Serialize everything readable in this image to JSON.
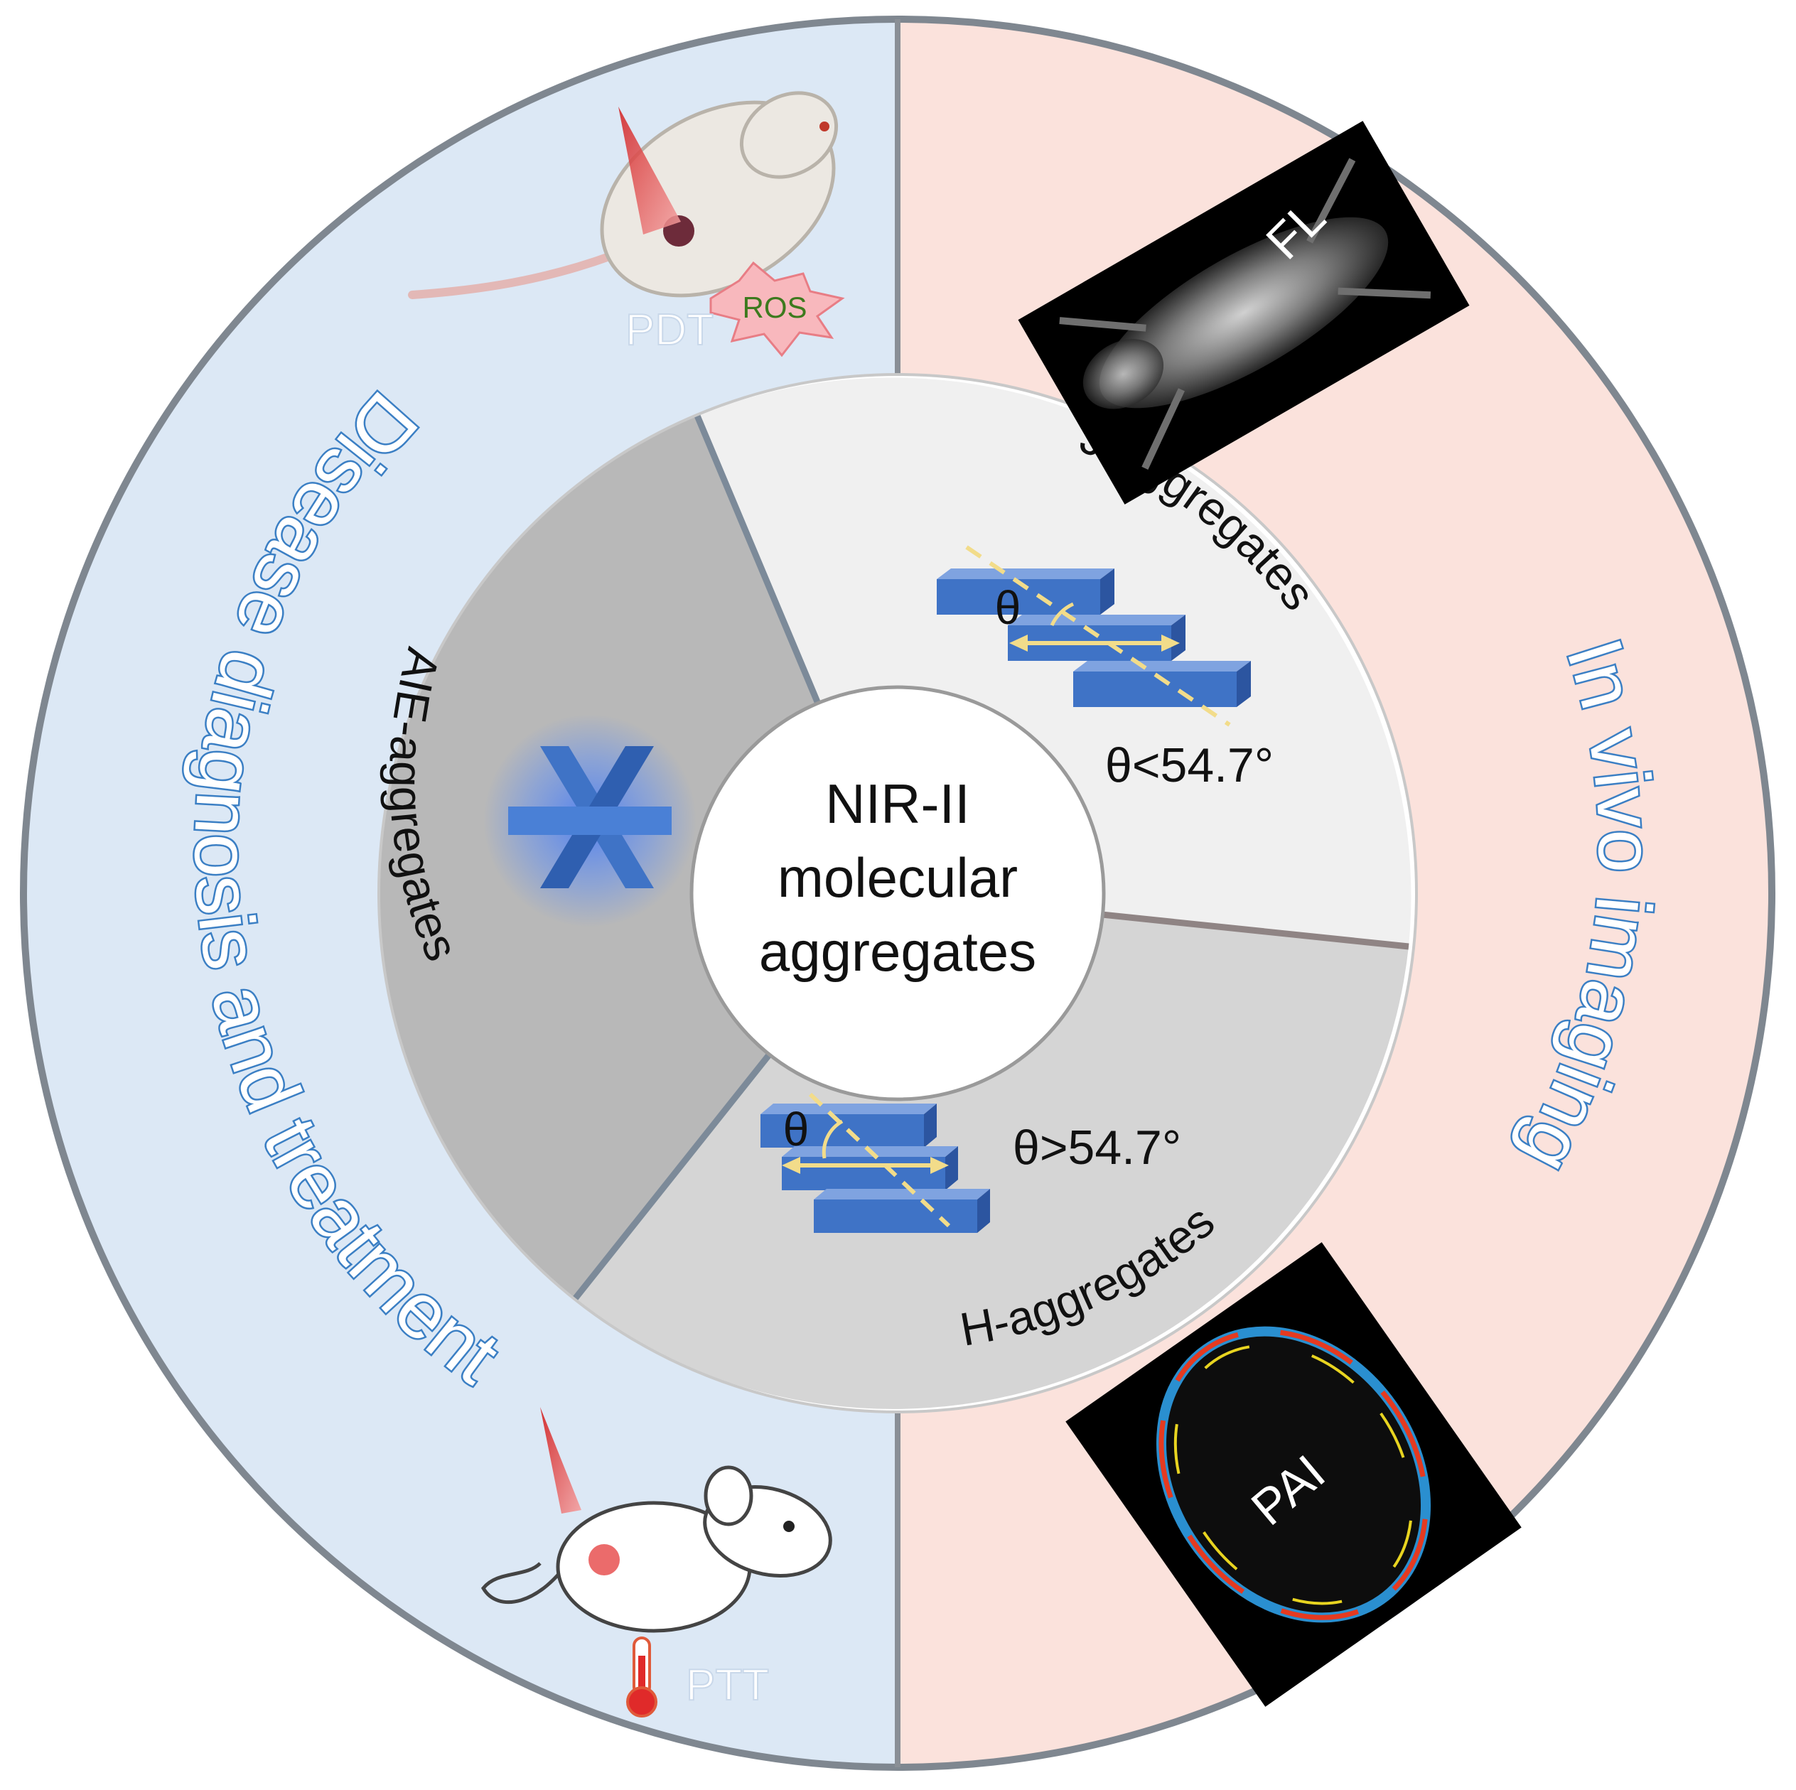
{
  "center": {
    "lines": [
      "NIR-II",
      "molecular",
      "aggregates"
    ]
  },
  "segments": {
    "j_aggregates": {
      "label": "J-aggregates",
      "condition": "θ<54.7°",
      "theta": "θ"
    },
    "h_aggregates": {
      "label": "H-aggregates",
      "condition": "θ>54.7°",
      "theta": "θ"
    },
    "aie_aggregates": {
      "label": "AIE-aggregates"
    }
  },
  "outer_ring": {
    "left_title": "Disease diagnosis and treatment",
    "right_title": "In vivo imaging"
  },
  "therapy": {
    "pdt_label": "PDT",
    "ros_label": "ROS",
    "ptt_label": "PTT"
  },
  "imaging": {
    "fl_label": "FL",
    "pai_label": "PAI"
  },
  "colors": {
    "left_ring": "#dce8f5",
    "right_ring": "#fbe2dc",
    "j_segment": "#f0f0f0",
    "h_segment": "#d5d5d5",
    "aie_segment": "#b8b8b8",
    "block_blue": "#3f73c6",
    "arrow_yellow": "#f2dc8a"
  }
}
